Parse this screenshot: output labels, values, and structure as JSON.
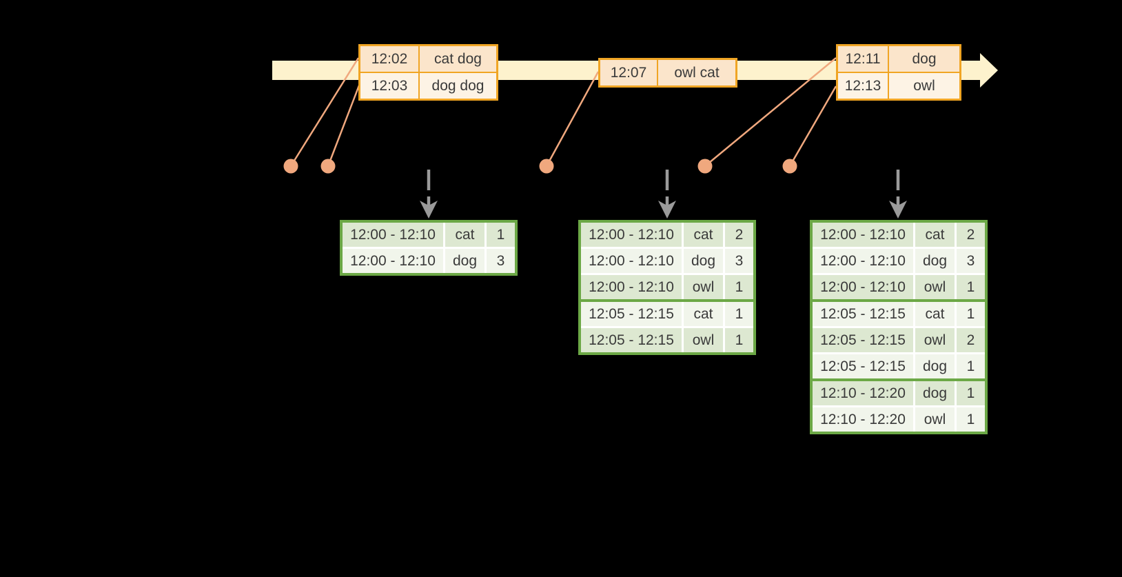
{
  "timeline": {
    "event_boxes": [
      {
        "rows": [
          {
            "time": "12:02",
            "words": "cat dog"
          },
          {
            "time": "12:03",
            "words": "dog dog"
          }
        ]
      },
      {
        "rows": [
          {
            "time": "12:07",
            "words": "owl cat"
          }
        ]
      },
      {
        "rows": [
          {
            "time": "12:11",
            "words": "dog"
          },
          {
            "time": "12:13",
            "words": "owl"
          }
        ]
      }
    ]
  },
  "result_tables": [
    {
      "rows": [
        {
          "window": "12:00 - 12:10",
          "word": "cat",
          "count": "1"
        },
        {
          "window": "12:00 - 12:10",
          "word": "dog",
          "count": "3"
        }
      ]
    },
    {
      "rows": [
        {
          "window": "12:00 - 12:10",
          "word": "cat",
          "count": "2"
        },
        {
          "window": "12:00 - 12:10",
          "word": "dog",
          "count": "3"
        },
        {
          "window": "12:00 - 12:10",
          "word": "owl",
          "count": "1"
        },
        {
          "window": "12:05 - 12:15",
          "word": "cat",
          "count": "1"
        },
        {
          "window": "12:05 - 12:15",
          "word": "owl",
          "count": "1"
        }
      ]
    },
    {
      "rows": [
        {
          "window": "12:00 - 12:10",
          "word": "cat",
          "count": "2"
        },
        {
          "window": "12:00 - 12:10",
          "word": "dog",
          "count": "3"
        },
        {
          "window": "12:00 - 12:10",
          "word": "owl",
          "count": "1"
        },
        {
          "window": "12:05 - 12:15",
          "word": "cat",
          "count": "1"
        },
        {
          "window": "12:05 - 12:15",
          "word": "owl",
          "count": "2"
        },
        {
          "window": "12:05 - 12:15",
          "word": "dog",
          "count": "1"
        },
        {
          "window": "12:10 - 12:20",
          "word": "dog",
          "count": "1"
        },
        {
          "window": "12:10 - 12:20",
          "word": "owl",
          "count": "1"
        }
      ]
    }
  ],
  "colors": {
    "background": "#000000",
    "timeline_band": "#FDF2CD",
    "event_border": "#F0A524",
    "event_fill_dark": "#FBE5CB",
    "event_fill_light": "#FDF3E5",
    "connector_salmon": "#F0A87E",
    "result_border_green": "#6CA846",
    "result_fill_dark": "#DDE8D1",
    "result_fill_light": "#F1F5EB",
    "arrow_gray": "#9A9A9A",
    "text": "#3A3A3A"
  }
}
